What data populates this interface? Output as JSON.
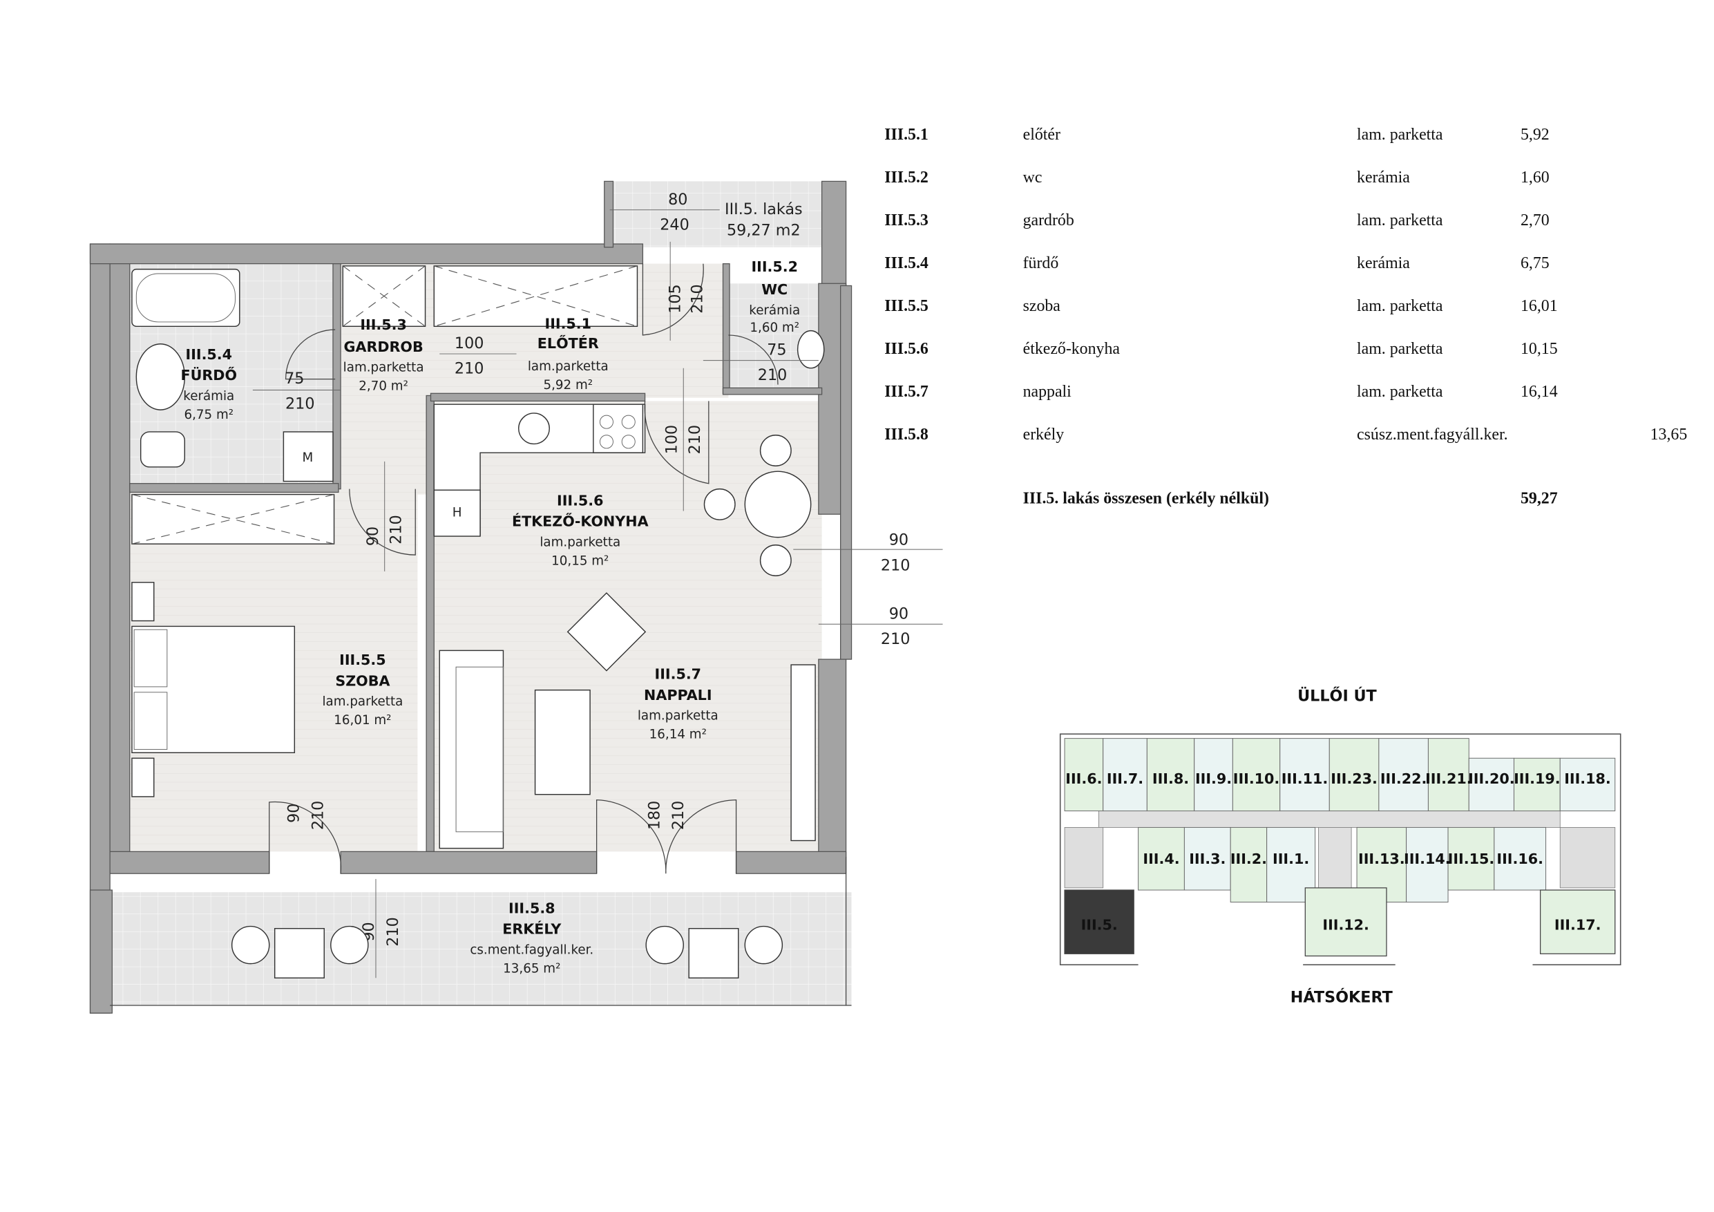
{
  "plan": {
    "apartment_label": "III.5. lakás",
    "apartment_area": "59,27 m2",
    "rooms": [
      {
        "id": "III.5.1",
        "name": "ELŐTÉR",
        "floor": "lam.parketta",
        "area": "5,92 m²"
      },
      {
        "id": "III.5.2",
        "name": "WC",
        "floor": "kerámia",
        "area": "1,60 m²"
      },
      {
        "id": "III.5.3",
        "name": "GARDROB",
        "floor": "lam.parketta",
        "area": "2,70 m²"
      },
      {
        "id": "III.5.4",
        "name": "FÜRDŐ",
        "floor": "kerámia",
        "area": "6,75 m²"
      },
      {
        "id": "III.5.5",
        "name": "SZOBA",
        "floor": "lam.parketta",
        "area": "16,01 m²"
      },
      {
        "id": "III.5.6",
        "name": "ÉTKEZŐ-KONYHA",
        "floor": "lam.parketta",
        "area": "10,15 m²"
      },
      {
        "id": "III.5.7",
        "name": "NAPPALI",
        "floor": "lam.parketta",
        "area": "16,14 m²"
      },
      {
        "id": "III.5.8",
        "name": "ERKÉLY",
        "floor": "cs.ment.fagyall.ker.",
        "area": "13,65 m²"
      }
    ],
    "dimensions": {
      "entry_w": "80",
      "entry_h": "240",
      "hall_w": "105",
      "hall_h": "210",
      "gardrob_w": "100",
      "gardrob_h": "210",
      "bath_w": "75",
      "bath_h": "210",
      "wc_w": "75",
      "wc_h": "210",
      "kitchen_w": "100",
      "kitchen_h": "210",
      "bedroom_w": "90",
      "bedroom_h": "210",
      "win1_w": "90",
      "win1_h": "210",
      "win2_w": "90",
      "win2_h": "210",
      "bedbal_w": "90",
      "bedbal_h": "210",
      "livbal_w": "180",
      "livbal_h": "210",
      "balc_w": "90",
      "balc_h": "210"
    },
    "appliance_m": "M",
    "appliance_h": "H"
  },
  "table": {
    "rows": [
      {
        "id": "III.5.1",
        "name": "előtér",
        "floor": "lam. parketta",
        "area": "5,92",
        "balcony_area": ""
      },
      {
        "id": "III.5.2",
        "name": "wc",
        "floor": "kerámia",
        "area": "1,60",
        "balcony_area": ""
      },
      {
        "id": "III.5.3",
        "name": "gardrób",
        "floor": "lam. parketta",
        "area": "2,70",
        "balcony_area": ""
      },
      {
        "id": "III.5.4",
        "name": "fürdő",
        "floor": "kerámia",
        "area": "6,75",
        "balcony_area": ""
      },
      {
        "id": "III.5.5",
        "name": "szoba",
        "floor": "lam. parketta",
        "area": "16,01",
        "balcony_area": ""
      },
      {
        "id": "III.5.6",
        "name": "étkező-konyha",
        "floor": "lam. parketta",
        "area": "10,15",
        "balcony_area": ""
      },
      {
        "id": "III.5.7",
        "name": "nappali",
        "floor": "lam. parketta",
        "area": "16,14",
        "balcony_area": ""
      },
      {
        "id": "III.5.8",
        "name": "erkély",
        "floor": "csúsz.ment.fagyáll.ker.",
        "area": "",
        "balcony_area": "13,65"
      }
    ],
    "total_label": "III.5. lakás összesen (erkély nélkül)",
    "total_value": "59,27"
  },
  "keyplan": {
    "street_top": "ÜLLŐI ÚT",
    "street_bottom": "HÁTSÓKERT",
    "highlight_color": "#3a3a3a",
    "units_top": [
      "III.6.",
      "III.7.",
      "III.8.",
      "III.9.",
      "III.10.",
      "III.11.",
      "III.23.",
      "III.22.",
      "III.21.",
      "III.20.",
      "III.19.",
      "III.18."
    ],
    "units_mid": [
      "III.4.",
      "III.3.",
      "III.2.",
      "III.1.",
      "III.13.",
      "III.14.",
      "III.15.",
      "III.16."
    ],
    "units_bottom": [
      "III.5.",
      "III.12.",
      "III.17."
    ]
  }
}
